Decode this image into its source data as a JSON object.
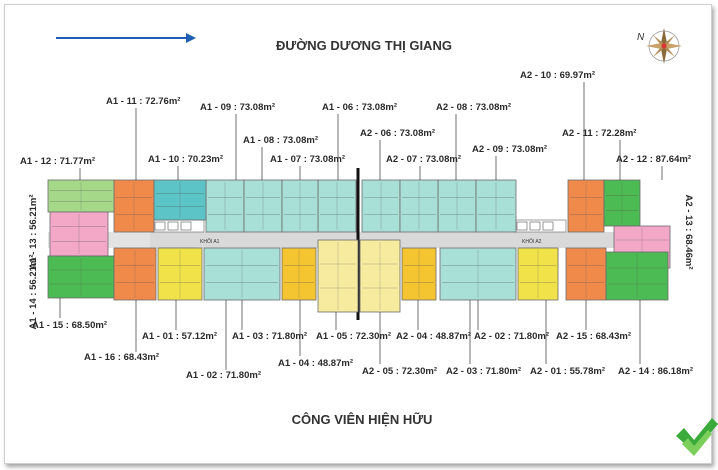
{
  "street_top": "ĐƯỜNG DƯƠNG THỊ GIANG",
  "park_bottom": "CÔNG VIÊN HIỆN HỮU",
  "compass_letter": "N",
  "block_a1": "KHỐI A1",
  "block_a2": "KHỐI A2",
  "arrow_color": "#1f5fb3",
  "units": [
    {
      "label": "A1 - 11 : 72.76m²",
      "color": "#f08a4b"
    },
    {
      "label": "A1 - 09 : 73.08m²",
      "color": "#a8dfd6"
    },
    {
      "label": "A1 - 06 : 73.08m²",
      "color": "#a8dfd6"
    },
    {
      "label": "A2 - 08 : 73.08m²",
      "color": "#a8dfd6"
    },
    {
      "label": "A2 - 10 : 69.97m²",
      "color": "#f08a4b"
    },
    {
      "label": "A1 - 08 : 73.08m²",
      "color": "#a8dfd6"
    },
    {
      "label": "A2 - 06 : 73.08m²",
      "color": "#a8dfd6"
    },
    {
      "label": "A2 - 09 : 73.08m²",
      "color": "#a8dfd6"
    },
    {
      "label": "A2 - 11 : 72.28m²",
      "color": "#f08a4b"
    },
    {
      "label": "A1 - 12 : 71.77m²",
      "color": "#a6d88a"
    },
    {
      "label": "A1 - 10 : 70.23m²",
      "color": "#5cc4c6"
    },
    {
      "label": "A1 - 07 : 73.08m²",
      "color": "#a8dfd6"
    },
    {
      "label": "A2 - 07 : 73.08m²",
      "color": "#a8dfd6"
    },
    {
      "label": "A2 - 12 : 87.64m²",
      "color": "#4dbb54"
    },
    {
      "label": "A1 - 13 : 56.21m²",
      "color": "#a6d88a"
    },
    {
      "label": "A2 - 13 : 68.46m²",
      "color": "#f2a8c6"
    },
    {
      "label": "A1 - 14 : 56.21m²",
      "color": "#f2a8c6"
    },
    {
      "label": "A1 - 15 : 68.50m²",
      "color": "#4dbb54"
    },
    {
      "label": "A1 - 01 : 57.12m²",
      "color": "#f2e24a"
    },
    {
      "label": "A1 - 03 : 71.80m²",
      "color": "#a8dfd6"
    },
    {
      "label": "A1 - 05 : 72.30m²",
      "color": "#f7eba0"
    },
    {
      "label": "A2 - 04 : 48.87m²",
      "color": "#f4c431"
    },
    {
      "label": "A2 - 02 : 71.80m²",
      "color": "#a8dfd6"
    },
    {
      "label": "A2 - 15 : 68.43m²",
      "color": "#f08a4b"
    },
    {
      "label": "A1 - 16 : 68.43m²",
      "color": "#f08a4b"
    },
    {
      "label": "A1 - 04 : 48.87m²",
      "color": "#f4c431"
    },
    {
      "label": "A1 - 02 : 71.80m²",
      "color": "#a8dfd6"
    },
    {
      "label": "A2 - 05 : 72.30m²",
      "color": "#f7eba0"
    },
    {
      "label": "A2 - 03 : 71.80m²",
      "color": "#a8dfd6"
    },
    {
      "label": "A2 - 01 : 55.78m²",
      "color": "#f2e24a"
    },
    {
      "label": "A2 - 14 : 86.18m²",
      "color": "#4dbb54"
    }
  ]
}
